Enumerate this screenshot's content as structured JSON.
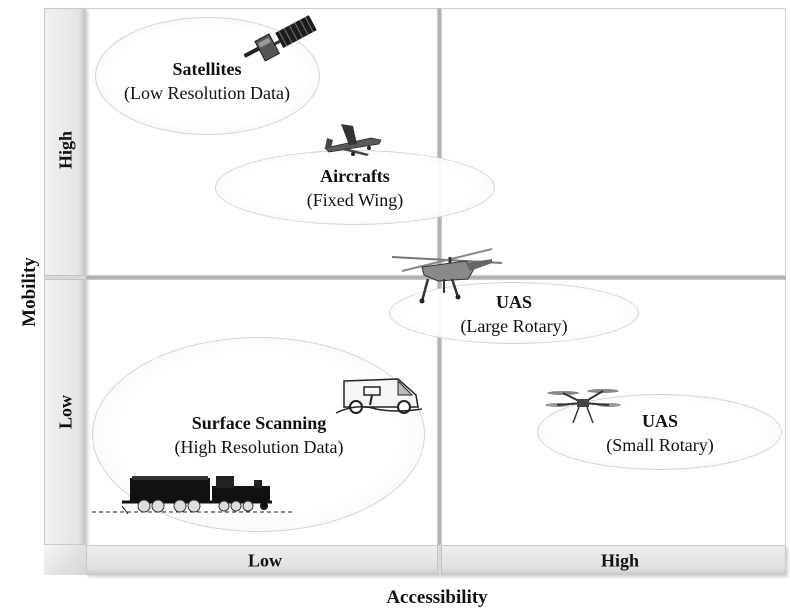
{
  "axes": {
    "y_title": "Mobility",
    "x_title": "Accessibility",
    "y_high": "High",
    "y_low": "Low",
    "x_low": "Low",
    "x_high": "High"
  },
  "platforms": [
    {
      "title": "Satellites",
      "subtitle": "(Low Resolution Data)",
      "icon": "satellite-icon"
    },
    {
      "title": "Aircrafts",
      "subtitle": "(Fixed Wing)",
      "icon": "airplane-icon"
    },
    {
      "title": "UAS",
      "subtitle": "(Large Rotary)",
      "icon": "helicopter-icon"
    },
    {
      "title": "Surface Scanning",
      "subtitle": "(High Resolution Data)",
      "icon": "van-scanner-icon"
    },
    {
      "title": "UAS",
      "subtitle": "(Small Rotary)",
      "icon": "multicopter-icon"
    }
  ],
  "extra_icons": [
    "train-icon"
  ]
}
